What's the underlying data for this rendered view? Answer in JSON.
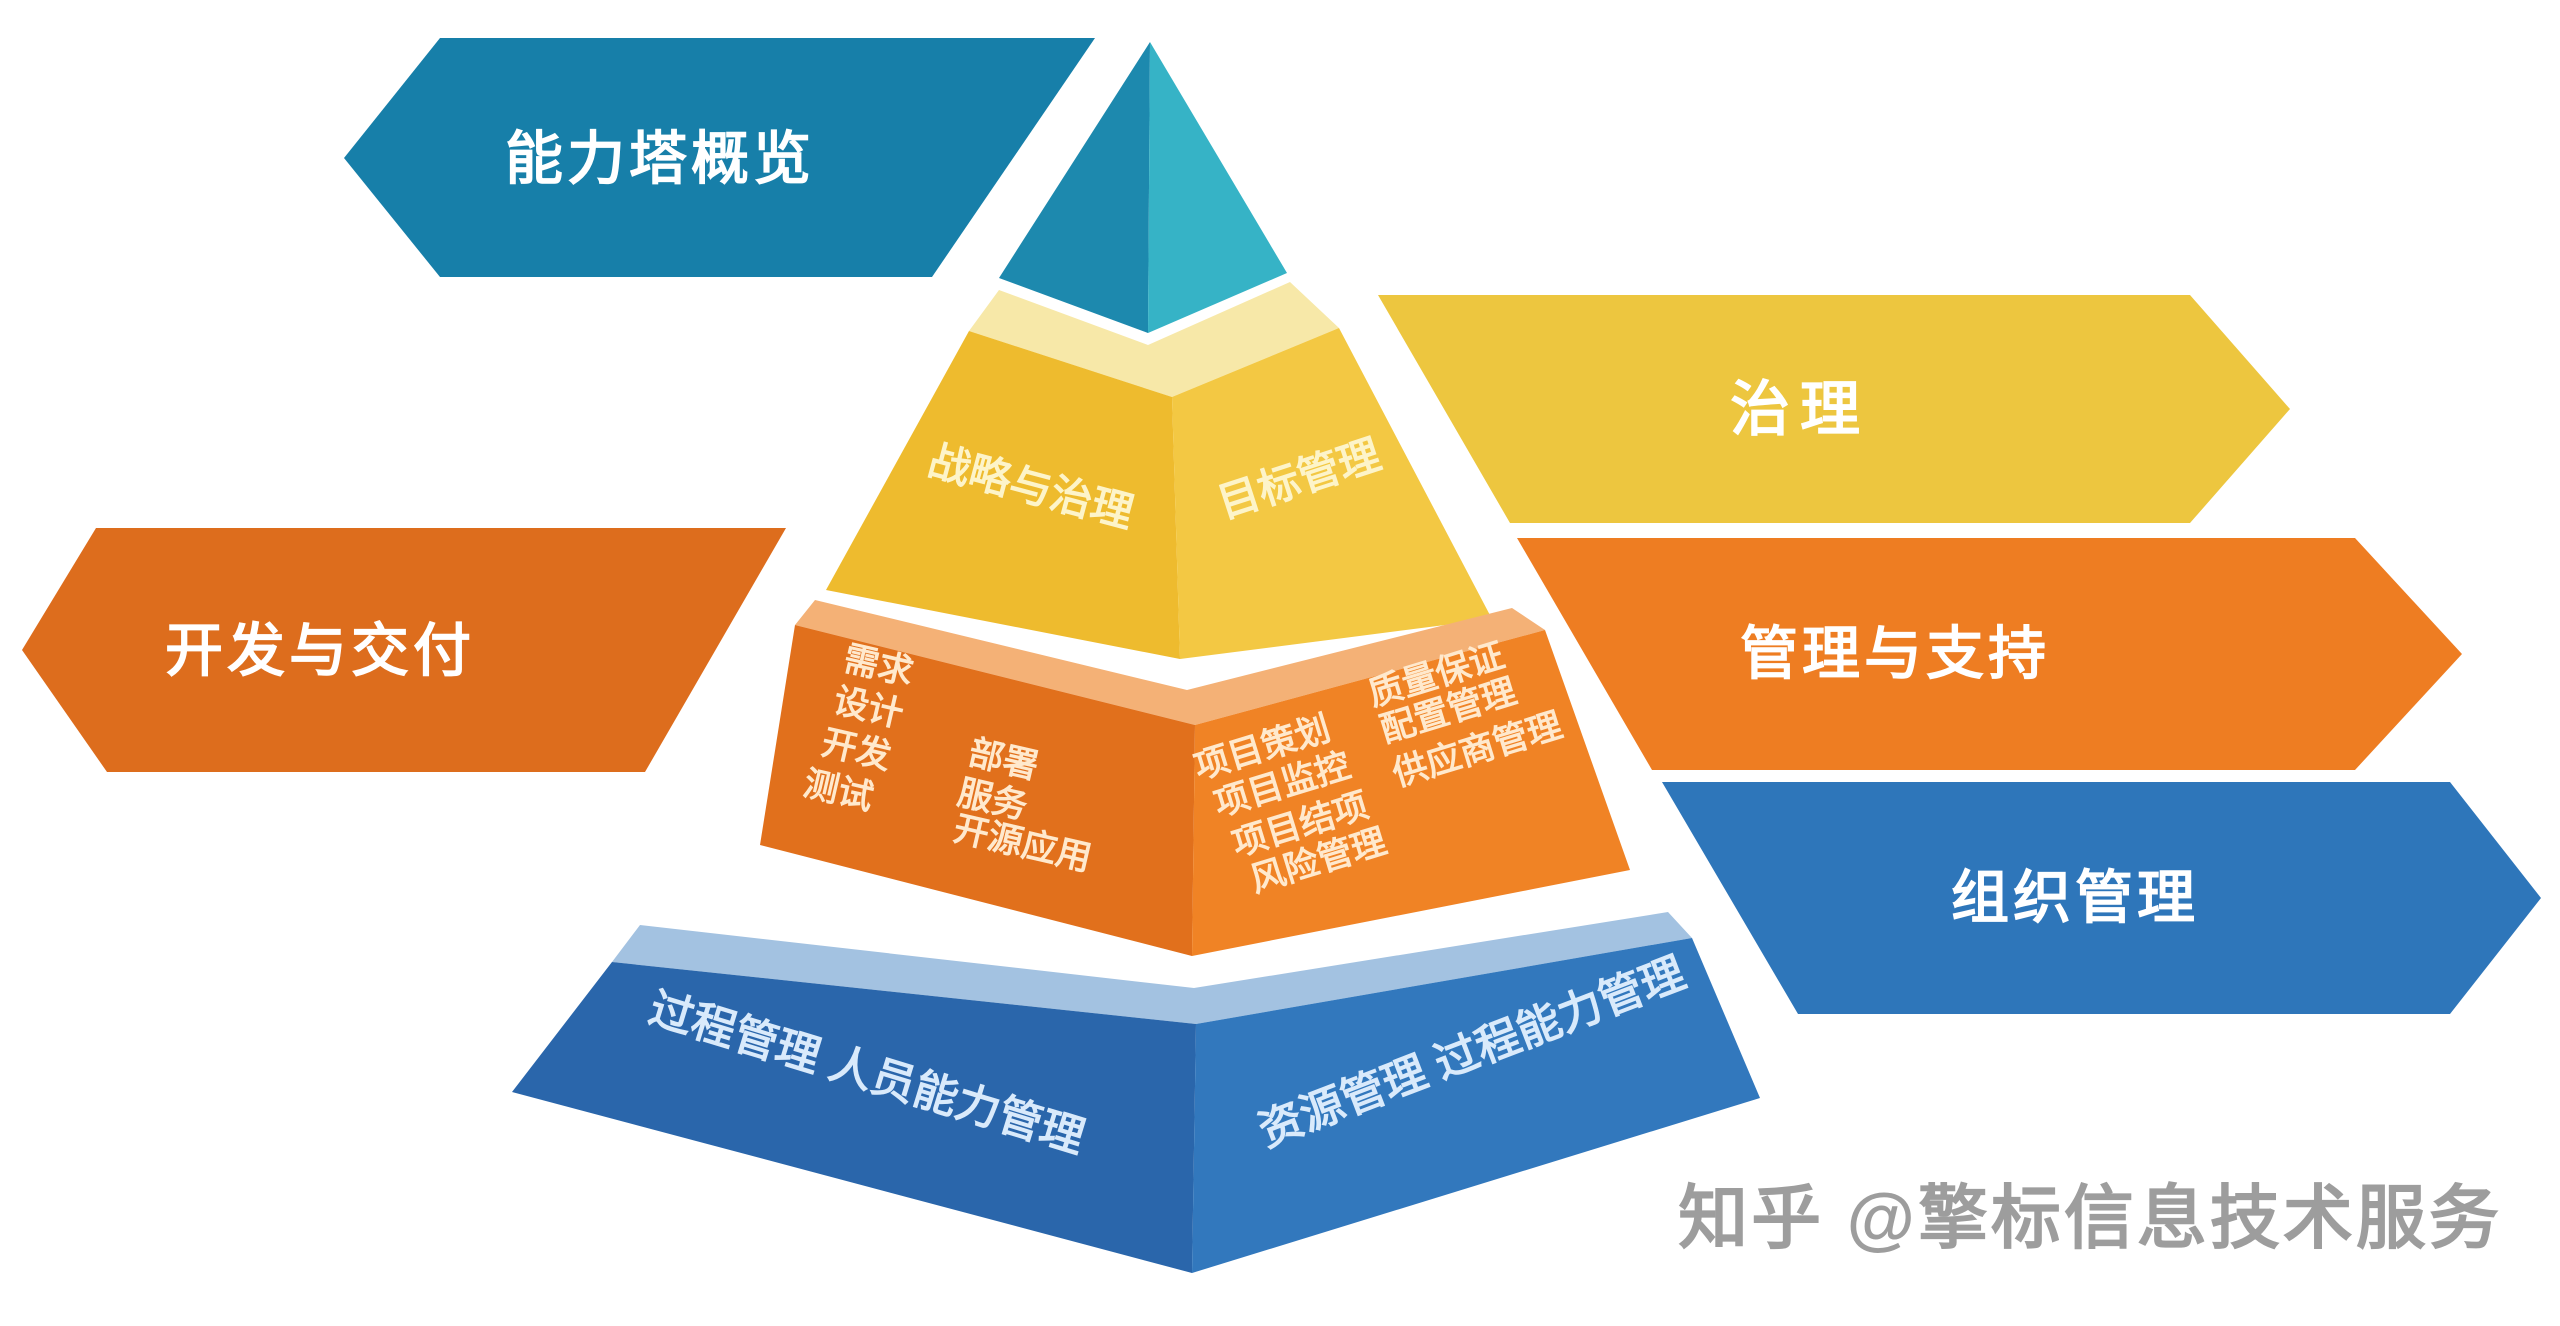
{
  "banners": {
    "overview": {
      "label": "能力塔概览"
    },
    "dev": {
      "label": "开发与交付"
    },
    "governance": {
      "label": "治理"
    },
    "mgmt": {
      "label": "管理与支持"
    },
    "org": {
      "label": "组织管理"
    }
  },
  "pyramid": {
    "level2": {
      "left_label": "战略与治理",
      "right_label": "目标管理"
    },
    "level3": {
      "left_groups": [
        {
          "lines": [
            "需求",
            "设计",
            "开发",
            "测试"
          ]
        },
        {
          "lines": [
            "部署",
            "服务",
            "开源应用"
          ]
        }
      ],
      "right_groups": [
        {
          "lines": [
            "项目策划",
            "项目监控",
            "项目结项",
            "风险管理"
          ]
        },
        {
          "lines": [
            "质量保证",
            "配置管理",
            "供应商管理"
          ]
        }
      ]
    },
    "level4": {
      "left_label": "过程管理 人员能力管理",
      "right_label": "资源管理 过程能力管理"
    }
  },
  "watermark": {
    "label": "知乎 @擎标信息技术服务"
  },
  "colors": {
    "banner_overview": "#177fa9",
    "banner_dev": "#dd6d1d",
    "banner_governance": "#edc63f",
    "banner_mgmt": "#ee7d22",
    "banner_org": "#2e76ba",
    "tip_left": "#1d89ae",
    "tip_right": "#36b3c6",
    "l2_band": "#f7e8a8",
    "l2_left": "#eebb2e",
    "l2_right": "#f3c843",
    "l3_band": "#f4b176",
    "l3_left": "#e1701c",
    "l3_right": "#f08325",
    "l4_band": "#a3c2e1",
    "l4_left": "#2a66ab",
    "l4_right": "#3278bd",
    "watermark": "#9d9d9d"
  }
}
